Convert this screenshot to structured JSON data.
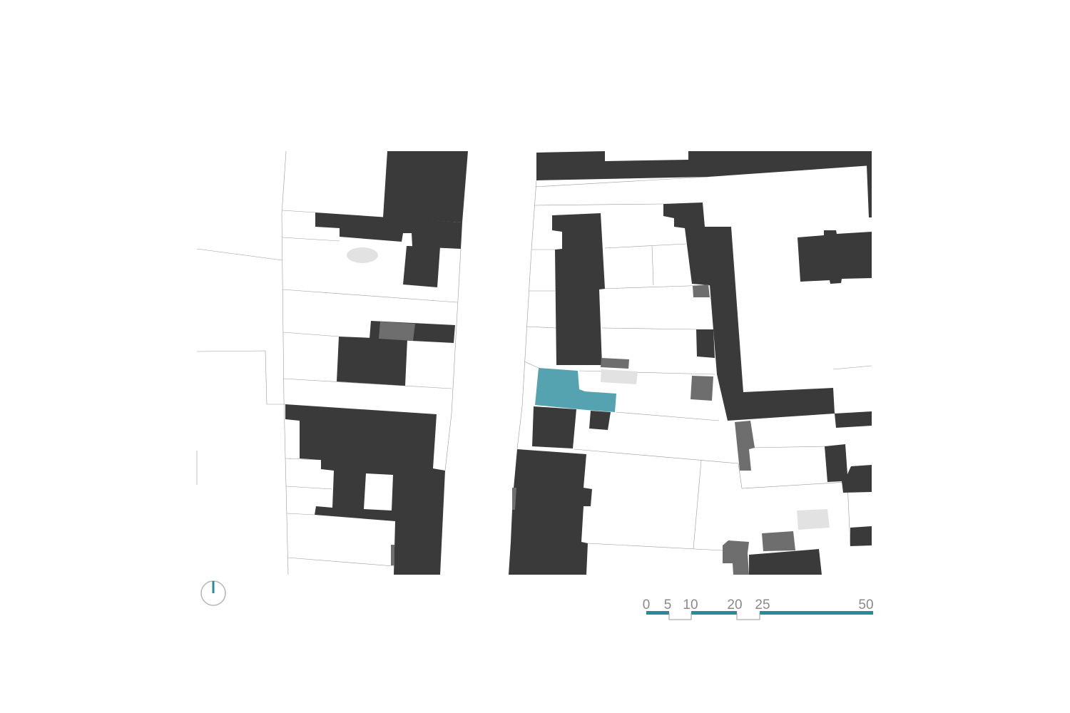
{
  "colors": {
    "building": "#3a3a3a",
    "annex": "#6e6e6e",
    "light": "#e2e2e2",
    "highlight": "#55a3b0",
    "accent": "#2a8a98"
  },
  "scale_bar": {
    "ticks": [
      "0",
      "5",
      "10",
      "20",
      "25",
      "50"
    ]
  },
  "north_arrow": {
    "icon": "north-arrow-icon"
  }
}
